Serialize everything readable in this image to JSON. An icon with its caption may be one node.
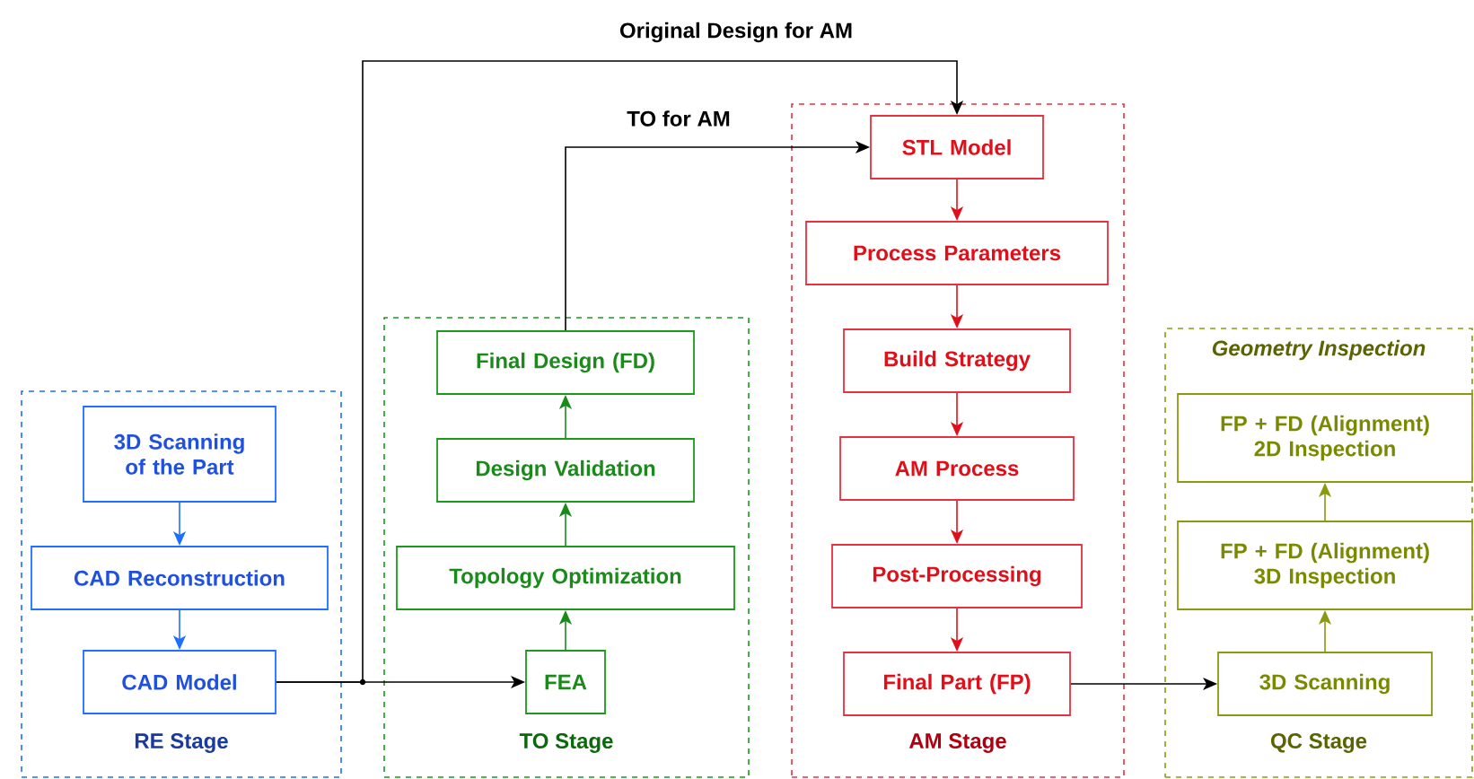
{
  "diagram": {
    "nodes": [
      {
        "text": [
          "RE Stage"
        ]
      },
      {
        "text": [
          "3D Scanning of the Part"
        ],
        "in": 0
      },
      {
        "text": [
          "CAD Reconstruction"
        ],
        "in": 0
      },
      {
        "text": [
          "CAD Model"
        ],
        "in": 0
      },
      {
        "text": [
          "TO Stage"
        ]
      },
      {
        "text": [
          "Final Design (FD)"
        ],
        "in": 4
      },
      {
        "text": [
          "Design Validation"
        ],
        "in": 4
      },
      {
        "text": [
          "Topology Optimization"
        ],
        "in": 4
      },
      {
        "text": [
          "FEA"
        ],
        "in": 4
      },
      {
        "text": [
          "AM Stage"
        ]
      },
      {
        "text": [
          "STL Model"
        ],
        "in": 9
      },
      {
        "text": [
          "Process Parameters"
        ],
        "in": 9
      },
      {
        "text": [
          "Build Strategy"
        ],
        "in": 9
      },
      {
        "text": [
          "AM Process"
        ],
        "in": 9
      },
      {
        "text": [
          "Post-Processing"
        ],
        "in": 9
      },
      {
        "text": [
          "Final Part (FP)"
        ],
        "in": 9
      },
      {
        "text": [
          "Geometry Inspection",
          "QC Stage"
        ]
      },
      {
        "text": [
          "FP + FD (Alignment) 2D Inspection"
        ],
        "in": 16
      },
      {
        "text": [
          "FP + FD (Alignment) 3D Inspection"
        ],
        "in": 16
      },
      {
        "text": [
          "3D Scanning"
        ],
        "in": 16
      }
    ],
    "edges": [
      {
        "from": 1,
        "to": 2,
        "arrow": "to",
        "color": "#1f6fff"
      },
      {
        "from": 2,
        "to": 3,
        "arrow": "to",
        "color": "#1f6fff"
      },
      {
        "from": 3,
        "to": 8,
        "arrow": "to",
        "color": "#000000"
      },
      {
        "from": 3,
        "to": 10,
        "arrow": "to",
        "label": "Original Design for AM",
        "color": "#000000"
      },
      {
        "from": 8,
        "to": 7,
        "arrow": "to",
        "color": "#1a8a1a"
      },
      {
        "from": 7,
        "to": 6,
        "arrow": "to",
        "color": "#1a8a1a"
      },
      {
        "from": 6,
        "to": 5,
        "arrow": "to",
        "color": "#1a8a1a"
      },
      {
        "from": 5,
        "to": 10,
        "arrow": "to",
        "label": "TO for AM",
        "color": "#000000"
      },
      {
        "from": 10,
        "to": 11,
        "arrow": "to",
        "color": "#e0101a"
      },
      {
        "from": 11,
        "to": 12,
        "arrow": "to",
        "color": "#e0101a"
      },
      {
        "from": 12,
        "to": 13,
        "arrow": "to",
        "color": "#e0101a"
      },
      {
        "from": 13,
        "to": 14,
        "arrow": "to",
        "color": "#e0101a"
      },
      {
        "from": 14,
        "to": 15,
        "arrow": "to",
        "color": "#e0101a"
      },
      {
        "from": 15,
        "to": 19,
        "arrow": "to",
        "color": "#000000"
      },
      {
        "from": 19,
        "to": 18,
        "arrow": "to",
        "color": "#8a9a10"
      },
      {
        "from": 18,
        "to": 17,
        "arrow": "to",
        "color": "#8a9a10"
      }
    ]
  }
}
